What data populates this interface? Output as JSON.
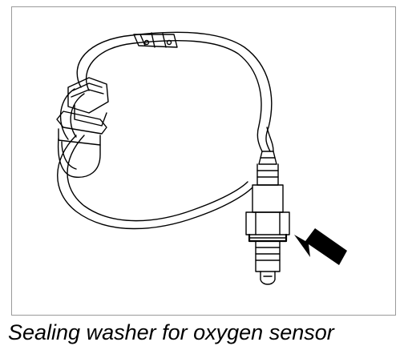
{
  "figure": {
    "caption": "Sealing washer for oxygen sensor",
    "subject": "oxygen-sensor-with-harness-and-connector",
    "callout": "arrow-pointing-to-sealing-washer"
  },
  "colors": {
    "line": "#000000",
    "frame": "#9a9a9a",
    "background": "#ffffff"
  }
}
